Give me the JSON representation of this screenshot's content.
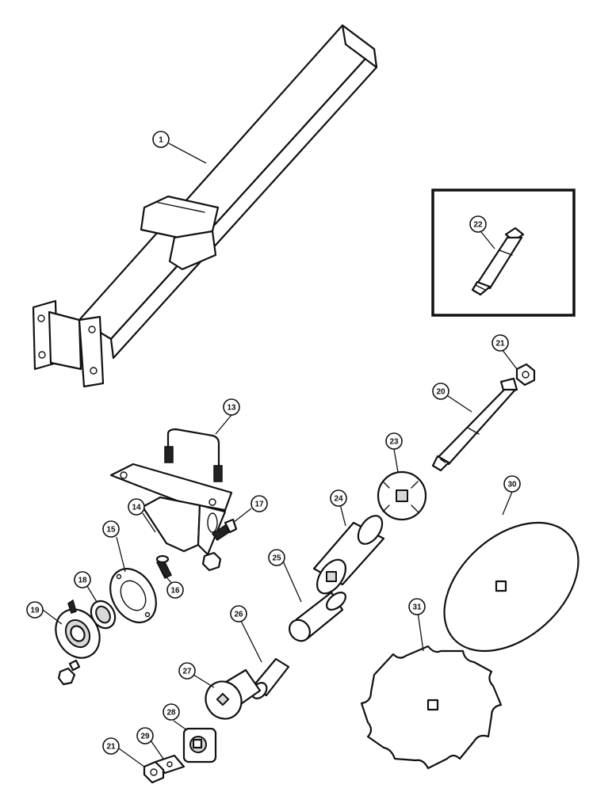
{
  "callouts": [
    {
      "id": "c1",
      "label": "1"
    },
    {
      "id": "c13",
      "label": "13"
    },
    {
      "id": "c14",
      "label": "14"
    },
    {
      "id": "c15",
      "label": "15"
    },
    {
      "id": "c16",
      "label": "16"
    },
    {
      "id": "c17",
      "label": "17"
    },
    {
      "id": "c18",
      "label": "18"
    },
    {
      "id": "c19",
      "label": "19"
    },
    {
      "id": "c20",
      "label": "20"
    },
    {
      "id": "c21a",
      "label": "21"
    },
    {
      "id": "c21b",
      "label": "21"
    },
    {
      "id": "c22",
      "label": "22"
    },
    {
      "id": "c23",
      "label": "23"
    },
    {
      "id": "c24",
      "label": "24"
    },
    {
      "id": "c25",
      "label": "25"
    },
    {
      "id": "c26",
      "label": "26"
    },
    {
      "id": "c27",
      "label": "27"
    },
    {
      "id": "c28",
      "label": "28"
    },
    {
      "id": "c29",
      "label": "29"
    },
    {
      "id": "c30",
      "label": "30"
    },
    {
      "id": "c31",
      "label": "31"
    }
  ]
}
